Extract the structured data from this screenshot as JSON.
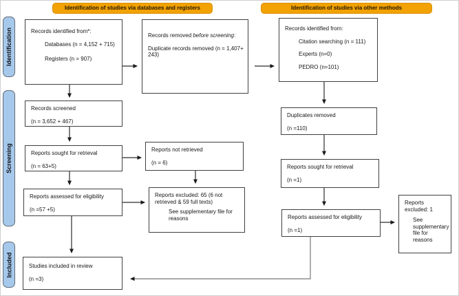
{
  "headers": {
    "databases": "Identification of studies via databases and registers",
    "other": "Identification of studies via other methods"
  },
  "sidebar": {
    "identification": "Identification",
    "screening": "Screening",
    "included": "Included"
  },
  "colors": {
    "header_bg": "#F2A202",
    "sidebar_bg": "#A6C8EA",
    "box_border": "#3F3F3F",
    "arrow": "#2B2B2B",
    "elbow_arrow": "#8C8C8C"
  },
  "boxes": {
    "records_identified_databases": {
      "title": "Records identified from*:",
      "items": [
        "Databases (n = 4,152 + 715)",
        "Registers (n = 907)"
      ]
    },
    "records_removed": {
      "prefix": "Records removed ",
      "emphasis": "before screening",
      "suffix": ":",
      "detail": "Duplicate records removed  (n = 1,407+ 243)"
    },
    "records_identified_other": {
      "title": "Records identified from:",
      "items": [
        "Citation searching (n = 111)",
        "Experts (n=0)",
        "PEDRO (n=101)"
      ]
    },
    "records_screened": {
      "title": "Records screened",
      "count": "(n =  3,652 + 467)"
    },
    "reports_sought_left": {
      "title": "Reports sought for retrieval",
      "count": "(n = 63+5)"
    },
    "reports_not_retrieved": {
      "title": "Reports not retrieved",
      "count": "(n = 6)"
    },
    "reports_assessed_left": {
      "title": "Reports assessed for eligibility",
      "count": "(n =57 +5)"
    },
    "reports_excluded_left": {
      "title": "Reports excluded: 65 (6 not retrieved & 59 full texts)",
      "note": "See supplementary file for reasons"
    },
    "studies_included": {
      "title": "Studies included in review",
      "count": "(n =3)"
    },
    "duplicates_removed": {
      "title": "Duplicates removed",
      "count": "(n =110)"
    },
    "reports_sought_right": {
      "title": "Reports sought for retrieval",
      "count": "(n =1)"
    },
    "reports_assessed_right": {
      "title": "Reports assessed for eligibility",
      "count": "(n =1)"
    },
    "reports_excluded_right": {
      "title": "Reports excluded: 1",
      "note": "See supplementary file for reasons"
    }
  }
}
